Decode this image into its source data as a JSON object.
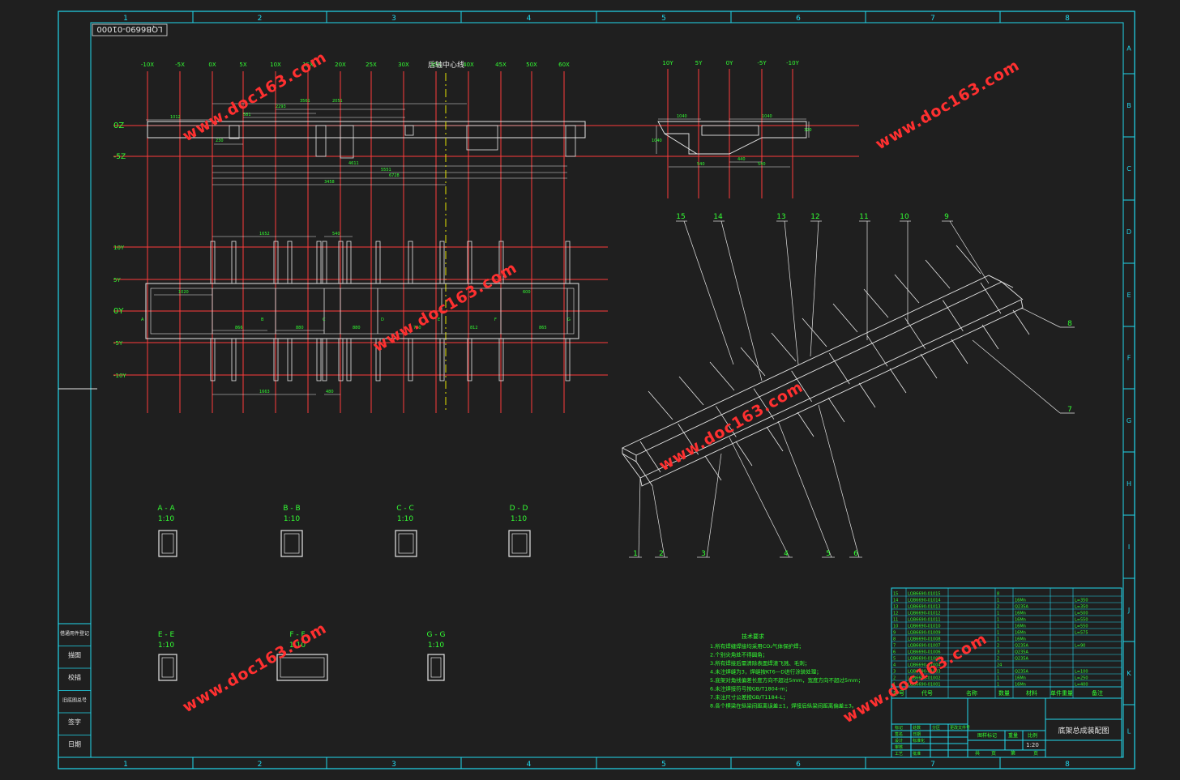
{
  "drawing_no": "LQB6690-01000",
  "top_col_numbers": [
    "1",
    "2",
    "3",
    "4",
    "5",
    "6",
    "7",
    "8"
  ],
  "row_letters": [
    "A",
    "B",
    "C",
    "D",
    "E",
    "F",
    "G",
    "H",
    "I",
    "J",
    "K",
    "L"
  ],
  "x_grid_labels": [
    "-10X",
    "-5X",
    "0X",
    "5X",
    "10X",
    "15X",
    "20X",
    "25X",
    "30X",
    "35X",
    "40X",
    "45X",
    "50X",
    "60X"
  ],
  "rear_axle_label": "后轴中心线",
  "z_grid_labels": [
    "0Z",
    "-5Z"
  ],
  "y_grid_labels": [
    "10Y",
    "5Y",
    "0Y",
    "-5Y",
    "-10Y"
  ],
  "side_y_labels": [
    "10Y",
    "5Y",
    "0Y",
    "-5Y",
    "-10Y"
  ],
  "sections": [
    {
      "name": "A - A",
      "scale": "1:10"
    },
    {
      "name": "B - B",
      "scale": "1:10"
    },
    {
      "name": "C - C",
      "scale": "1:10"
    },
    {
      "name": "D - D",
      "scale": "1:10"
    },
    {
      "name": "E - E",
      "scale": "1:10"
    },
    {
      "name": "F - F",
      "scale": "1:10"
    },
    {
      "name": "G - G",
      "scale": "1:10"
    }
  ],
  "balloons_top": [
    "15",
    "14",
    "13",
    "12",
    "11",
    "10",
    "9"
  ],
  "balloons_right": [
    "8",
    "7"
  ],
  "balloons_bottom": [
    "1",
    "2",
    "3",
    "4",
    "5",
    "6"
  ],
  "tech_title": "技术要求",
  "tech_lines": [
    "1.所有焊缝焊接均采用CO₂气体保护焊；",
    "2.个别尖角处不得圆角；",
    "3.所有焊接后需清除表面焊渣飞溅、毛刺；",
    "4.未注焊缝为3，焊缝按KT6—D进行涂装处理；",
    "5.底架对角线偏差长度方向不超过5mm，宽度方向不超过5mm；",
    "6.未注焊接符号按GB/T1804-m；",
    "7.未注尺寸公差按GB/T1184-L；",
    "8.各个横梁在纵梁间距离误差±1，焊接后纵梁间距离偏差±3。"
  ],
  "bom_header": [
    "序号",
    "代号",
    "名称",
    "数量",
    "材料",
    "单件重量",
    "备注"
  ],
  "bom_rows": [
    [
      "15",
      "LQB6690-01015",
      "",
      "8",
      "",
      "",
      ""
    ],
    [
      "14",
      "LQB6690-01014",
      "",
      "1",
      "16Mn",
      "",
      "L=350"
    ],
    [
      "13",
      "LQB6690-01013",
      "",
      "2",
      "Q235A",
      "",
      "L=350"
    ],
    [
      "12",
      "LQB6690-01012",
      "",
      "1",
      "16Mn",
      "",
      "L=500"
    ],
    [
      "11",
      "LQB6690-01011",
      "",
      "1",
      "16Mn",
      "",
      "L=550"
    ],
    [
      "10",
      "LQB6690-01010",
      "",
      "1",
      "16Mn",
      "",
      "L=550"
    ],
    [
      "9",
      "LQB6690-01009",
      "",
      "1",
      "16Mn",
      "",
      "L=575"
    ],
    [
      "8",
      "LQB6690-01008",
      "",
      "1",
      "16Mn",
      "",
      ""
    ],
    [
      "7",
      "LQB6690-01007",
      "",
      "2",
      "Q235A",
      "",
      "L=90"
    ],
    [
      "6",
      "LQB6690-01006",
      "",
      "3",
      "Q235A",
      "",
      ""
    ],
    [
      "5",
      "LQB6690-01005",
      "",
      "2",
      "Q235A",
      "",
      ""
    ],
    [
      "4",
      "LQB6690-01004",
      "",
      "24",
      "",
      "",
      ""
    ],
    [
      "3",
      "LQB6690-01003",
      "",
      "1",
      "Q235A",
      "",
      "L=100"
    ],
    [
      "2",
      "LQB6690-01002",
      "",
      "1",
      "16Mn",
      "",
      "L=250"
    ],
    [
      "1",
      "LQB6690-01001",
      "",
      "1",
      "16Mn",
      "",
      "L=400"
    ]
  ],
  "title_name": "底架总成装配图",
  "title_scale": "1:20",
  "title_labels": [
    "图样标记",
    "重量",
    "比例",
    "共",
    "页",
    "第",
    "页"
  ],
  "title_rows": [
    "标记",
    "处数",
    "分区",
    "更改文件号",
    "签名",
    "日期",
    "设计",
    "标准化",
    "审核",
    "工艺",
    "批准"
  ],
  "left_strip": [
    "借通用件登记",
    "描图",
    "校描",
    "旧底图总号",
    "签字",
    "日期"
  ],
  "watermark": "www.doc163.com"
}
